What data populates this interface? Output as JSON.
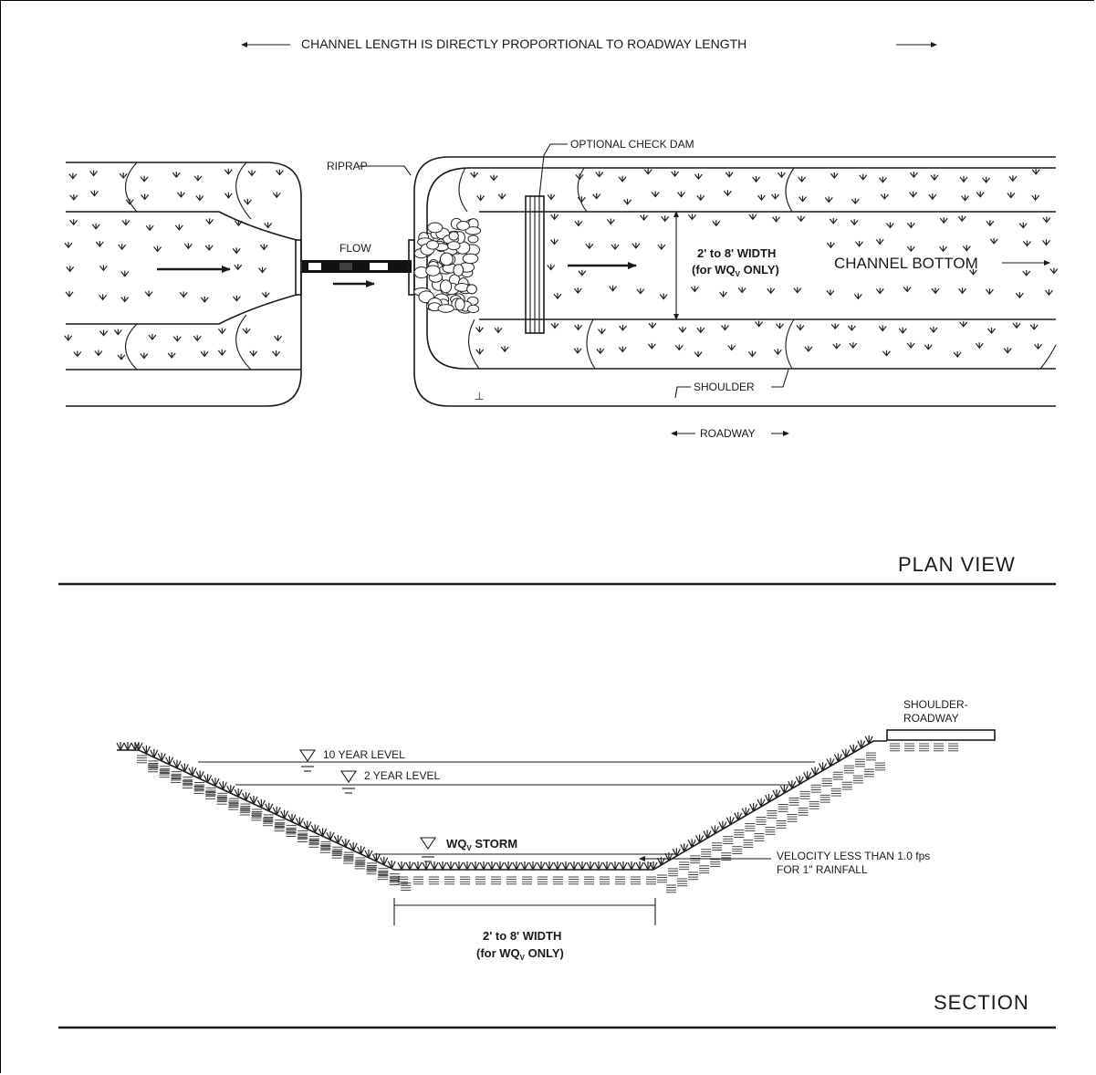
{
  "header": {
    "channel_length_note": "CHANNEL LENGTH IS DIRECTLY PROPORTIONAL TO ROADWAY LENGTH"
  },
  "plan_view": {
    "title": "PLAN VIEW",
    "labels": {
      "riprap": "RIPRAP",
      "optional_check_dam": "OPTIONAL CHECK DAM",
      "flow": "FLOW",
      "width_line1": "2' to 8' WIDTH",
      "width_line2": "(for WQ",
      "width_sub": "V",
      "width_line2_end": " ONLY)",
      "channel_bottom": "CHANNEL BOTTOM",
      "shoulder": "SHOULDER",
      "roadway": "ROADWAY"
    }
  },
  "section_view": {
    "title": "SECTION",
    "labels": {
      "ten_year_level": "10 YEAR LEVEL",
      "two_year_level": "2 YEAR LEVEL",
      "wq_storm_prefix": "WQ",
      "wq_storm_sub": "V",
      "wq_storm_suffix": " STORM",
      "velocity_line1": "VELOCITY LESS THAN 1.0 fps",
      "velocity_line2": "FOR 1\" RAINFALL",
      "shoulder_roadway_line1": "SHOULDER-",
      "shoulder_roadway_line2": "ROADWAY",
      "width_line1": "2' to 8' WIDTH",
      "width_line2": "(for WQ",
      "width_sub": "V",
      "width_line2_end": " ONLY)"
    }
  }
}
